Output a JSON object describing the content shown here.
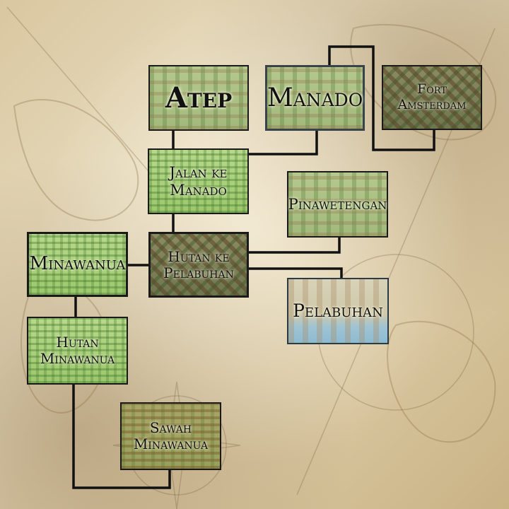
{
  "colors": {
    "connector": "#111111",
    "border": "#1a1a1a",
    "parchment": "#e2d3b1"
  },
  "locations": {
    "atep": "Atep",
    "manado": "Manado",
    "fort_amsterdam": "Fort Amsterdam",
    "jalan_ke_manado": "Jalan ke Manado",
    "pinawetengan": "Pinawetengan",
    "minawanua": "Minawanua",
    "hutan_ke_pelabuhan": "Hutan ke Pelabuhan",
    "pelabuhan": "Pelabuhan",
    "hutan_minawanua": "Hutan Minawanua",
    "sawah_minawanua": "Sawah Minawanua"
  }
}
